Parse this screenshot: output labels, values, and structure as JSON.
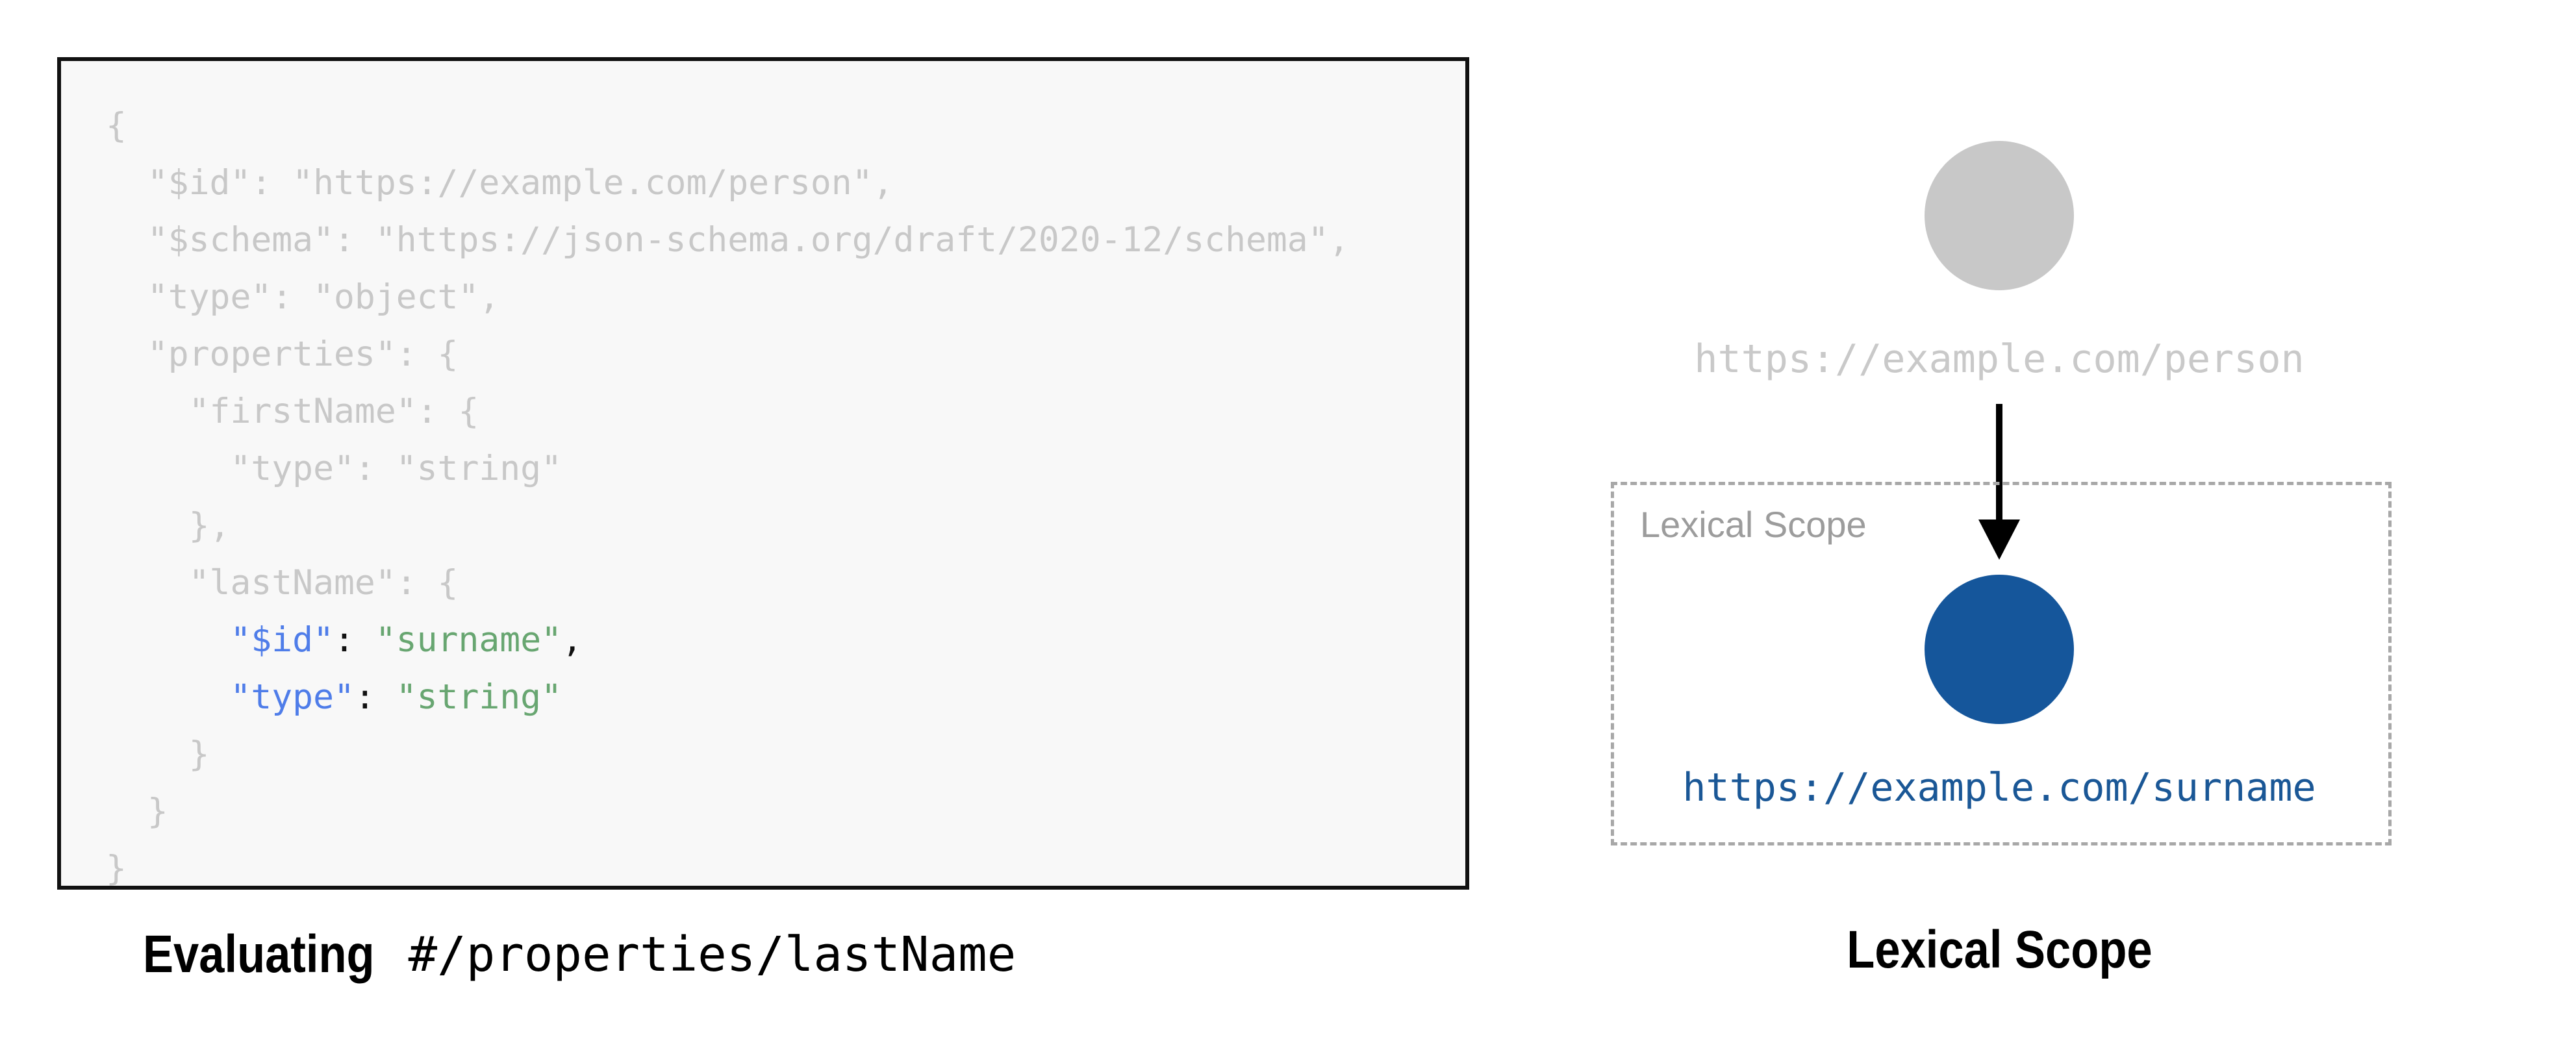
{
  "colors": {
    "muted": "#c8c8c8",
    "key": "#4f7de9",
    "str": "#68a671",
    "punct": "#111111",
    "code-bg": "#f8f8f8",
    "code-border": "#111111",
    "node-gray": "#c8c8c8",
    "node-blue": "#15569b",
    "url-gray": "#c9c9c9",
    "url-blue": "#1a5796",
    "dash": "#a8a8a8",
    "label-gray": "#9c9c9c",
    "ink": "#000000"
  },
  "left_panel": {
    "caption": {
      "bold": "Evaluating",
      "path": "#/properties/lastName"
    },
    "code": {
      "lines": [
        {
          "segs": [
            [
              "muted",
              "{"
            ]
          ]
        },
        {
          "segs": [
            [
              "muted",
              "  \"$id\": \"https://example.com/person\","
            ]
          ]
        },
        {
          "segs": [
            [
              "muted",
              "  \"$schema\": \"https://json-schema.org/draft/2020-12/schema\","
            ]
          ]
        },
        {
          "segs": [
            [
              "muted",
              "  \"type\": \"object\","
            ]
          ]
        },
        {
          "segs": [
            [
              "muted",
              "  \"properties\": {"
            ]
          ]
        },
        {
          "segs": [
            [
              "muted",
              "    \"firstName\": {"
            ]
          ]
        },
        {
          "segs": [
            [
              "muted",
              "      \"type\": \"string\""
            ]
          ]
        },
        {
          "segs": [
            [
              "muted",
              "    },"
            ]
          ]
        },
        {
          "segs": [
            [
              "muted",
              "    \"lastName\": {"
            ]
          ]
        },
        {
          "segs": [
            [
              "muted",
              "      "
            ],
            [
              "key",
              "\"$id\""
            ],
            [
              "punct",
              ": "
            ],
            [
              "str",
              "\"surname\""
            ],
            [
              "punct",
              ","
            ]
          ]
        },
        {
          "segs": [
            [
              "muted",
              "      "
            ],
            [
              "key",
              "\"type\""
            ],
            [
              "punct",
              ": "
            ],
            [
              "str",
              "\"string\""
            ]
          ]
        },
        {
          "segs": [
            [
              "muted",
              "    }"
            ]
          ]
        },
        {
          "segs": [
            [
              "muted",
              "  }"
            ]
          ]
        },
        {
          "segs": [
            [
              "muted",
              "}"
            ]
          ]
        }
      ]
    }
  },
  "diagram": {
    "parent_label": "https://example.com/person",
    "scope_box_label": "Lexical Scope",
    "child_label": "https://example.com/surname",
    "caption": "Lexical Scope"
  }
}
